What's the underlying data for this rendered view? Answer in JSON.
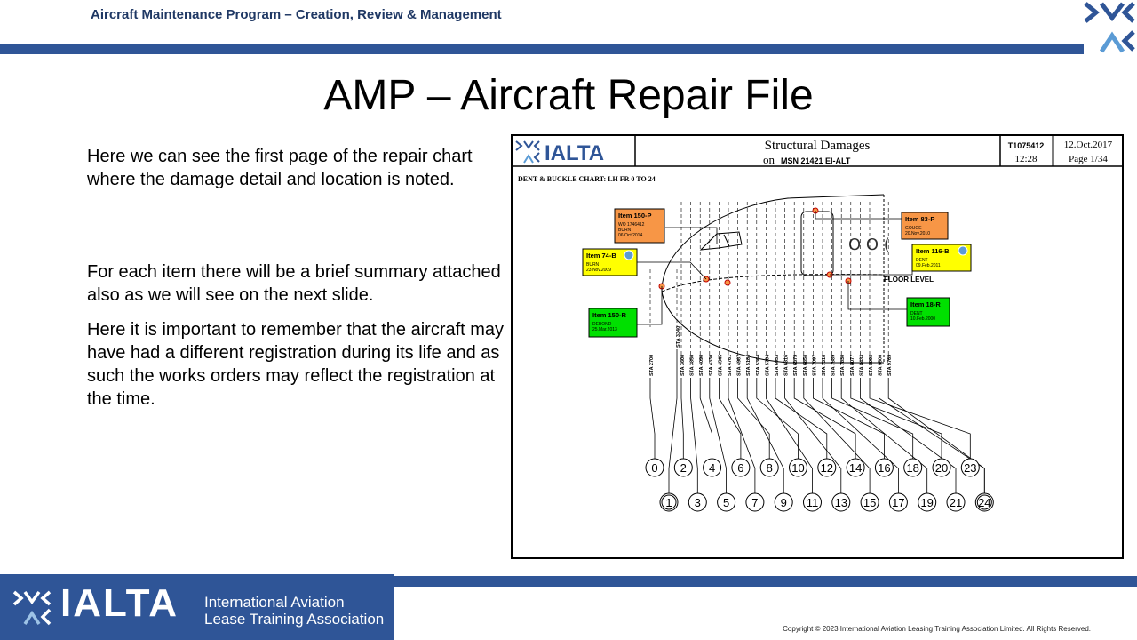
{
  "header": {
    "title": "Aircraft Maintenance Program – Creation, Review & Management"
  },
  "slide": {
    "title": "AMP – Aircraft Repair File"
  },
  "body": {
    "paragraphs": [
      "Here we can see the first page of the repair chart where the damage detail and location is noted.",
      "For each item there will be a brief summary attached also as we will see on the next slide.",
      "Here it is important to remember that the aircraft may have had a different registration during its life and as such the works orders may reflect the registration at the time."
    ]
  },
  "chart": {
    "logo_text": "IALTA",
    "heading": "Structural Damages",
    "subheading_prefix": "on",
    "subheading": "MSN 21421 EI-ALT",
    "ref": "T1075412",
    "time": "12:28",
    "date": "12.Oct.2017",
    "page": "Page 1/34",
    "chart_title": "DENT & BUCKLE CHART: LH FR 0 TO 24",
    "floor_level": "FLOOR LEVEL",
    "items": [
      {
        "label": "Item 150-P",
        "lines": [
          "WO 1746412",
          "BURN",
          "06.Oct.2014"
        ],
        "color": "#f79646"
      },
      {
        "label": "Item 83-P",
        "lines": [
          "GOUGE",
          "20.Nov.2010"
        ],
        "color": "#f79646"
      },
      {
        "label": "Item 74-B",
        "lines": [
          "BURN",
          "23.Nov.2009"
        ],
        "color": "#ffff00"
      },
      {
        "label": "Item 116-B",
        "lines": [
          "DENT",
          "09.Feb.2011"
        ],
        "color": "#ffff00"
      },
      {
        "label": "Item 150-R",
        "lines": [
          "DEBOND",
          "25.Mar.2013"
        ],
        "color": "#00e000"
      },
      {
        "label": "Item 18-R",
        "lines": [
          "DENT",
          "10.Feb.2000"
        ],
        "color": "#00e000"
      }
    ],
    "stations": [
      "STA 2700",
      "STA 3340",
      "STA 3600",
      "STA 3850",
      "STA 4090",
      "STA 4330",
      "STA 4545",
      "STA 4761",
      "STA 4967",
      "STA 5184",
      "STA 5364",
      "STA 5704",
      "STA 6053",
      "STA 6316",
      "STA 6579",
      "STA 6858",
      "STA 7097",
      "STA 7318",
      "STA 7589",
      "STA 7830",
      "STA 8077",
      "STA 8433",
      "STA 8998",
      "STA 9500",
      "STA 9769"
    ],
    "frames_even": [
      "0",
      "2",
      "4",
      "6",
      "8",
      "10",
      "12",
      "14",
      "16",
      "18",
      "20",
      "23"
    ],
    "frames_odd": [
      "1",
      "3",
      "5",
      "7",
      "9",
      "11",
      "13",
      "15",
      "17",
      "19",
      "21",
      "24"
    ]
  },
  "footer": {
    "brand": "IALTA",
    "org_line1": "International Aviation",
    "org_line2": "Lease Training Association",
    "copyright": "Copyright © 2023 International Aviation Leasing Training Association Limited. All Rights Reserved."
  },
  "colors": {
    "brand_blue": "#2f5597",
    "title_navy": "#1f3864",
    "logo_light": "#5b9bd5"
  }
}
